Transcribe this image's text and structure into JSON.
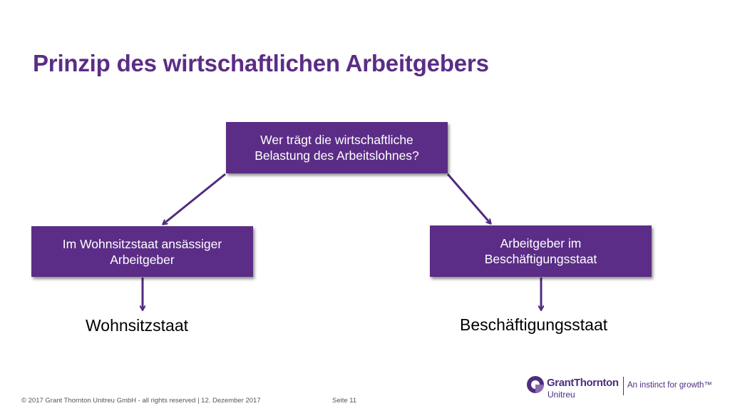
{
  "title": "Prinzip des wirtschaftlichen Arbeitgebers",
  "diagram": {
    "question": "Wer trägt die wirtschaftliche\nBelastung des Arbeitslohnes?",
    "left_box": "Im Wohnsitzstaat ansässiger\nArbeitgeber",
    "right_box": "Arbeitgeber im\nBeschäftigungsstaat",
    "left_result": "Wohnsitzstaat",
    "right_result": "Beschäftigungsstaat"
  },
  "footer": {
    "copyright": "© 2017 Grant Thornton Unitreu GmbH - all rights reserved | 12. Dezember 2017",
    "page": "Seite 11"
  },
  "logo": {
    "name": "GrantThornton",
    "sub": "Unitreu",
    "tagline": "An instinct for growth™"
  },
  "colors": {
    "accent": "#5b2d86",
    "arrow": "#4f2d7f"
  }
}
